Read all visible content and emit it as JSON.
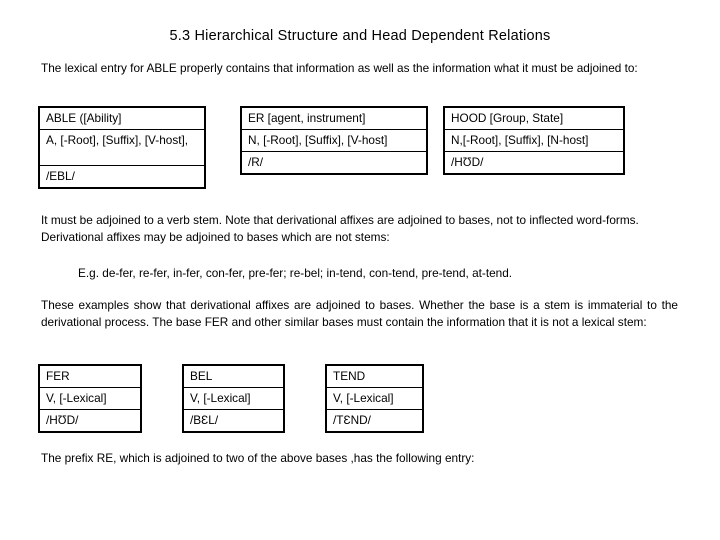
{
  "slide": {
    "title": "5.3  Hierarchical Structure and Head Dependent Relations",
    "paragraphs": {
      "intro": "The lexical entry for ABLE properly contains that information as well as the information what it must be adjoined to:",
      "middle": "It must be adjoined to a verb stem. Note that derivational affixes are adjoined to bases, not to inflected word-forms. Derivational affixes may be adjoined to bases which are not stems:",
      "examples": "E.g.  de-fer, re-fer, in-fer, con-fer, pre-fer; re-bel; in-tend, con-tend, pre-tend, at-tend.",
      "justified": "These examples show that derivational affixes are adjoined to bases. Whether the base is a stem is immaterial to the derivational process. The base FER and other similar bases must contain the information that it is not a lexical stem:",
      "closing": "The prefix RE, which is adjoined to two of the above bases ,has the following entry:"
    },
    "affix_tables": [
      {
        "name": "able",
        "entry": "ABLE ([Ability]",
        "features": "A, [-Root], [Suffix], [V-host],",
        "phonology": "/EBL/"
      },
      {
        "name": "er",
        "entry": "ER [agent, instrument]",
        "features": "N, [-Root], [Suffix], [V-host]",
        "phonology": "/R/"
      },
      {
        "name": "hood",
        "entry": "HOOD [Group, State]",
        "features": "N,[-Root], [Suffix], [N-host]",
        "phonology": "/HƱD/"
      }
    ],
    "base_tables": [
      {
        "name": "fer",
        "entry": "FER",
        "features": "V, [-Lexical]",
        "phonology": "/HƱD/"
      },
      {
        "name": "bel",
        "entry": "BEL",
        "features": "V, [-Lexical]",
        "phonology": "/BƐL/"
      },
      {
        "name": "tend",
        "entry": "TEND",
        "features": "V, [-Lexical]",
        "phonology": "/TƐND/"
      }
    ],
    "colors": {
      "background": "#ffffff",
      "text": "#000000",
      "table_border": "#000000"
    }
  }
}
